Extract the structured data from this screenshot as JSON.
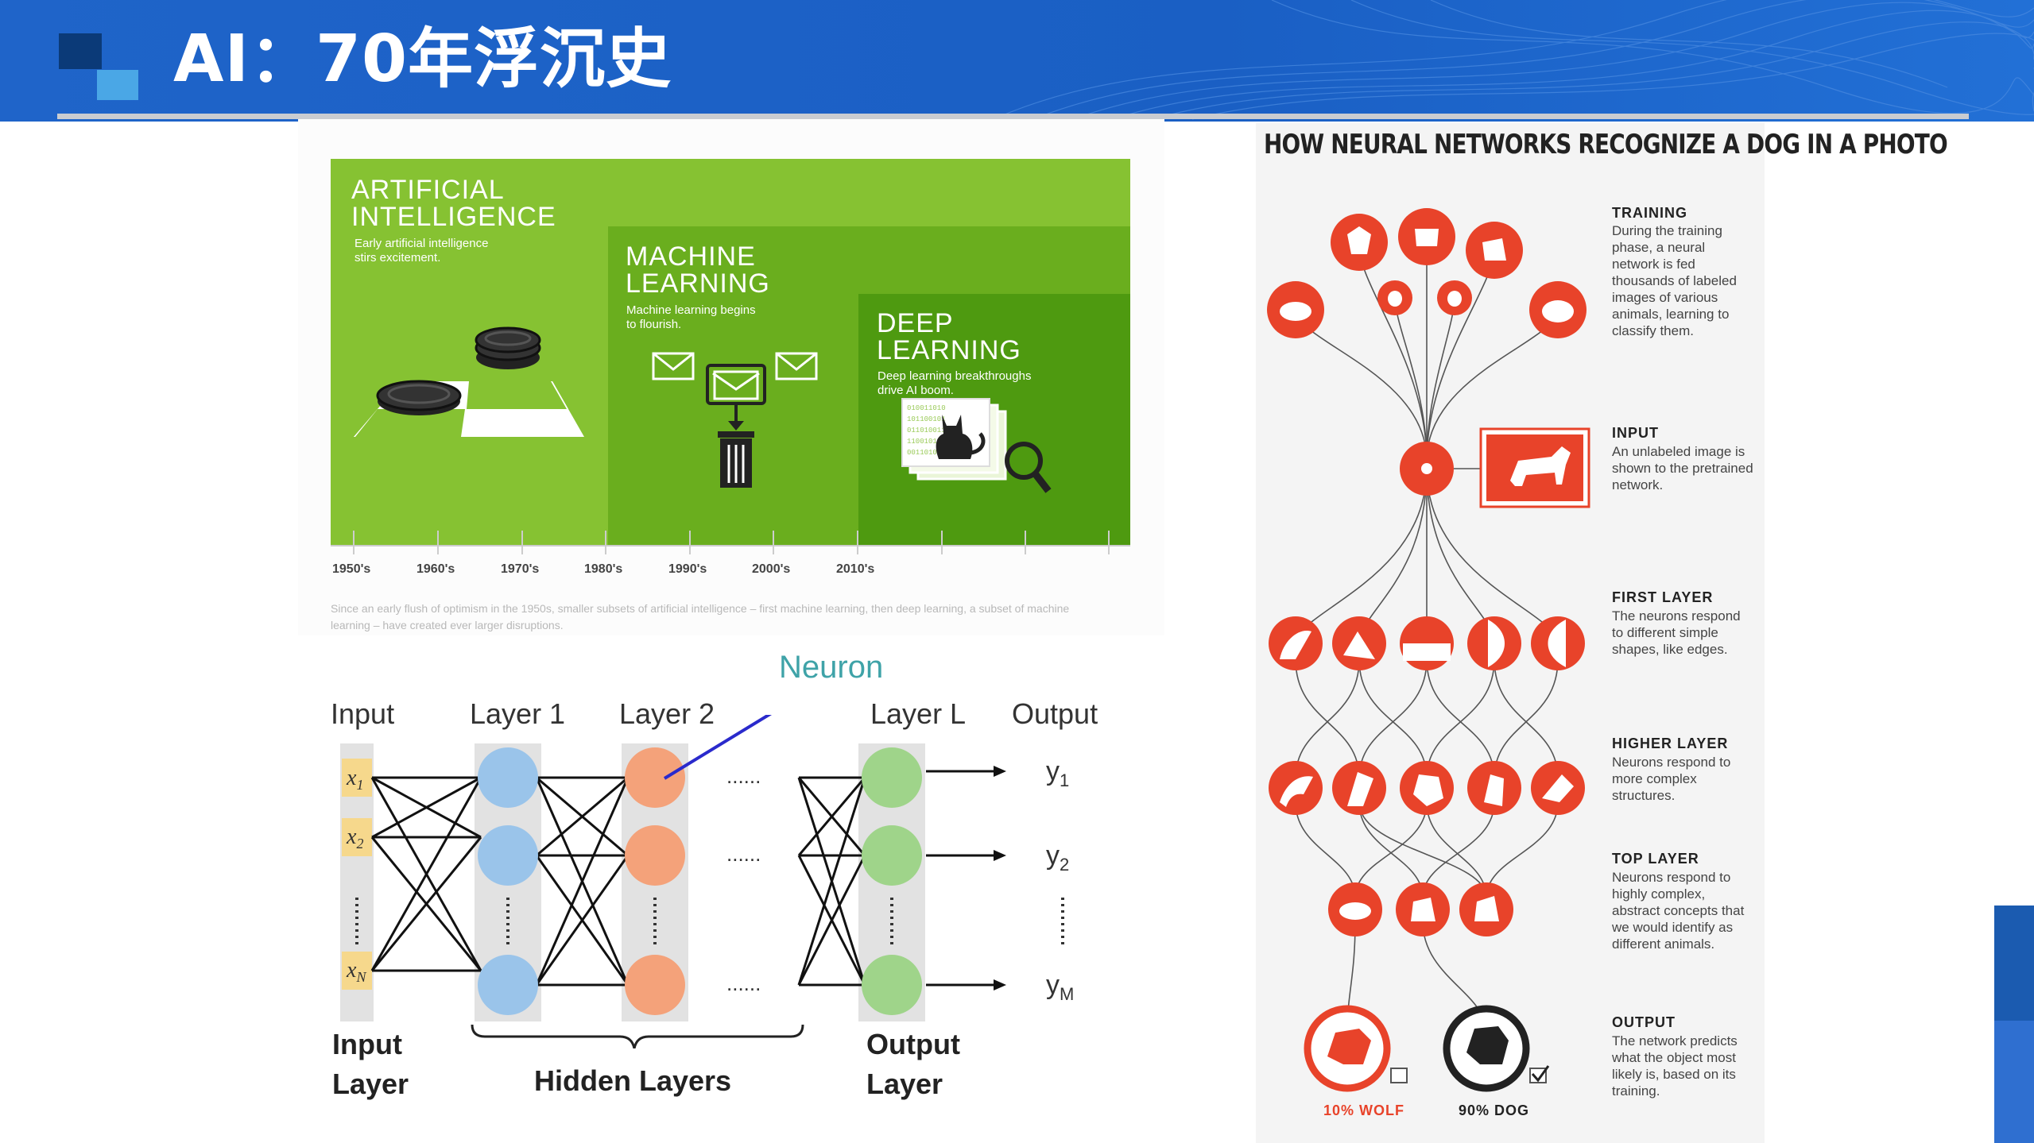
{
  "header": {
    "title": "AI：70年浮沉史"
  },
  "ai_timeline": {
    "ai_label": "ARTIFICIAL\nINTELLIGENCE",
    "ai_sub": "Early artificial intelligence\nstirs excitement.",
    "ml_label": "MACHINE\nLEARNING",
    "ml_sub": "Machine learning begins\nto flourish.",
    "dl_label": "DEEP\nLEARNING",
    "dl_sub": "Deep learning breakthroughs\ndrive AI boom.",
    "decades": [
      "1950's",
      "1960's",
      "1970's",
      "1980's",
      "1990's",
      "2000's",
      "2010's"
    ],
    "caption": "Since an early flush of optimism in the 1950s, smaller subsets of artificial intelligence – first machine learning, then deep learning, a subset of machine learning – have created ever larger disruptions.",
    "colors": {
      "ai": "#86c232",
      "ml": "#6aae1e",
      "dl": "#4e9a10"
    }
  },
  "network": {
    "headers": [
      "Input",
      "Layer 1",
      "Layer 2",
      "Layer L",
      "Output"
    ],
    "neuron_label": "Neuron",
    "inputs": [
      "x1",
      "x2",
      "xN"
    ],
    "outputs": [
      "y1",
      "y2",
      "yM"
    ],
    "footer_input": "Input\nLayer",
    "footer_hidden": "Hidden Layers",
    "footer_output": "Output\nLayer",
    "colors": {
      "layer1": "#9ac4ea",
      "layer2": "#f4a27a",
      "layerL": "#9fd48a",
      "input": "#f6d88c"
    }
  },
  "dog_infographic": {
    "title": "HOW NEURAL NETWORKS RECOGNIZE A DOG IN A PHOTO",
    "sections": [
      {
        "title": "TRAINING",
        "text": "During the training phase, a neural network is fed thousands of labeled images of various animals, learning to classify them."
      },
      {
        "title": "INPUT",
        "text": "An unlabeled image is shown to the pretrained network."
      },
      {
        "title": "FIRST LAYER",
        "text": "The neurons respond to different simple shapes, like edges."
      },
      {
        "title": "HIGHER LAYER",
        "text": "Neurons respond to more complex structures."
      },
      {
        "title": "TOP LAYER",
        "text": "Neurons respond to highly complex, abstract concepts that we would identify as different animals."
      },
      {
        "title": "OUTPUT",
        "text": "The network predicts what the object most likely is, based on its training."
      }
    ],
    "outputs": [
      {
        "label": "10% WOLF",
        "color": "#e8432a"
      },
      {
        "label": "90% DOG",
        "color": "#222222"
      }
    ],
    "accent": "#e8432a"
  }
}
